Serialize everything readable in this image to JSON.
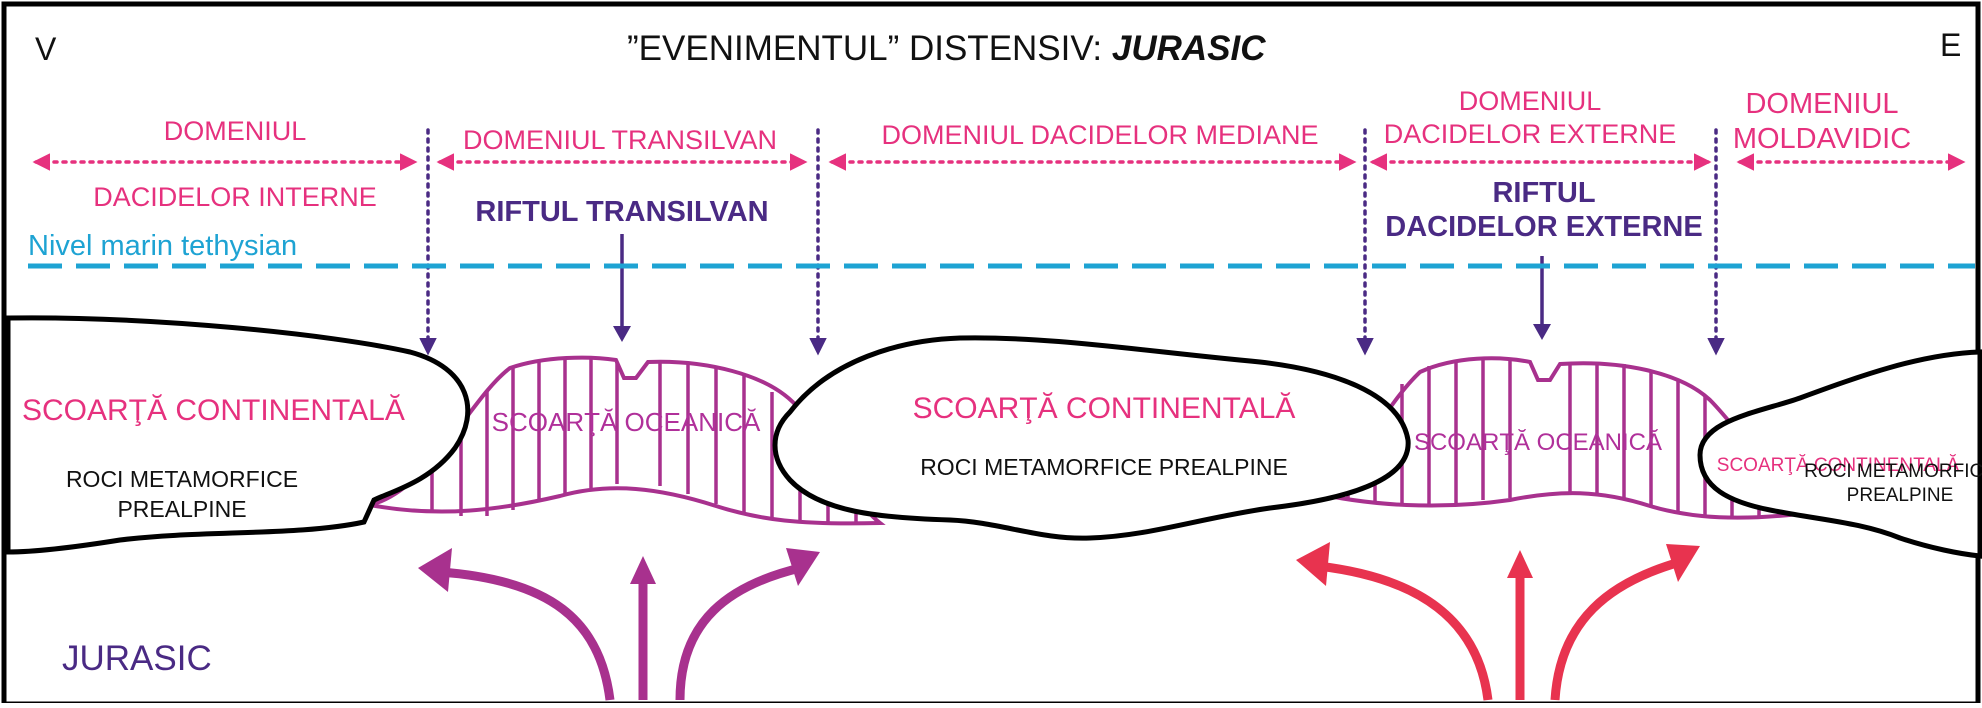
{
  "title": {
    "prefix": "”EVENIMENTUL” DISTENSIV: ",
    "emphasis": "JURASIC"
  },
  "orientation": {
    "west": "V",
    "east": "E"
  },
  "domains": {
    "internal_line1": "DOMENIUL",
    "internal_line2": "DACIDELOR INTERNE",
    "transilvan": "DOMENIUL TRANSILVAN",
    "median": "DOMENIUL DACIDELOR MEDIANE",
    "external_line1": "DOMENIUL",
    "external_line2": "DACIDELOR EXTERNE",
    "moldavidic_line1": "DOMENIUL",
    "moldavidic_line2": "MOLDAVIDIC"
  },
  "rifts": {
    "transilvan": "RIFTUL TRANSILVAN",
    "external_line1": "RIFTUL",
    "external_line2": "DACIDELOR EXTERNE"
  },
  "sea_level": "Nivel marin tethysian",
  "crust": {
    "continental_1": "SCOARŢĂ CONTINENTALĂ",
    "metamorphic_1_line1": "ROCI METAMORFICE",
    "metamorphic_1_line2": "PREALPINE",
    "oceanic_1": "SCOARŢĂ OCEANICĂ",
    "continental_2": "SCOARŢĂ CONTINENTALĂ",
    "metamorphic_2": "ROCI METAMORFICE PREALPINE",
    "oceanic_2": "SCOARŢĂ OCEANICĂ",
    "continental_3": "SCOARŢĂ CONTINENTALĂ",
    "metamorphic_3_line1": "ROCI METAMORFICE",
    "metamorphic_3_line2": "PREALPINE"
  },
  "period_label": "JURASIC",
  "colors": {
    "frame": "#000000",
    "domain_text": "#e6317e",
    "rift_text": "#4a2a84",
    "domain_arrows": "#5a2d82",
    "sea_level": "#1ea3d3",
    "oceanic_crust": "#a8318e",
    "mantle_arrows_west": "#a8318e",
    "mantle_arrows_east": "#e8334f"
  }
}
